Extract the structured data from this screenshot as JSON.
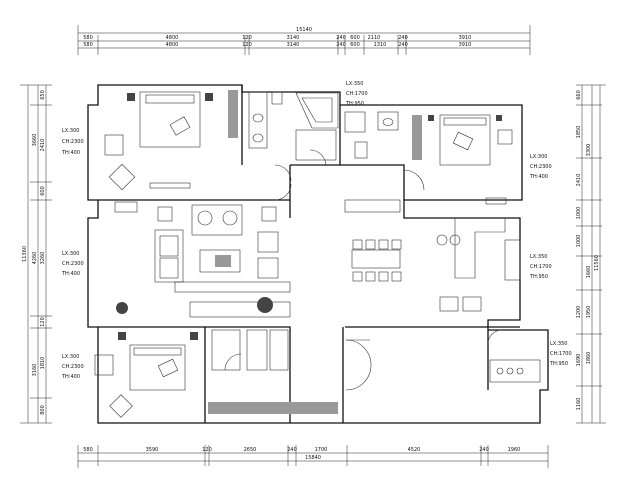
{
  "dimensions": {
    "top_total": "15140",
    "top_row1": [
      "580",
      "4800",
      "120",
      "3140",
      "240",
      "600",
      "2110",
      "240",
      "3910"
    ],
    "top_row2": [
      "580",
      "4800",
      "120",
      "3140",
      "240",
      "600",
      "1310",
      "240",
      "3910"
    ],
    "bottom_total": "15840",
    "bottom_row": [
      "580",
      "3590",
      "120",
      "2650",
      "240",
      "1700",
      "4520",
      "240",
      "1960"
    ],
    "left_total": "11360",
    "left_outer": [
      "3660",
      "4260",
      "3160"
    ],
    "left_inner": [
      "650",
      "2410",
      "600",
      "3260",
      "120",
      "1810",
      "800"
    ],
    "right_total": "11560",
    "right_outer": [
      "3300",
      "1660",
      "1950",
      "1860"
    ],
    "right_inner": [
      "660",
      "1850",
      "2410",
      "1000",
      "1000",
      "1200",
      "1690",
      "1160"
    ]
  },
  "room_notes": [
    {
      "id": "master-bedroom",
      "lines": [
        "LX:300",
        "CH:2300",
        "TH:400"
      ]
    },
    {
      "id": "master-bath",
      "lines": [
        "LX:350",
        "CH:1700",
        "TH:950"
      ]
    },
    {
      "id": "bedroom-2",
      "lines": [
        "LX:300",
        "CH:2300",
        "TH:400"
      ]
    },
    {
      "id": "living",
      "lines": [
        "LX:300",
        "CH:2300",
        "TH:400"
      ]
    },
    {
      "id": "dining",
      "lines": [
        "LX:350",
        "CH:1700",
        "TH:950"
      ]
    },
    {
      "id": "bedroom-3",
      "lines": [
        "LX:300",
        "CH:2300",
        "TH:400"
      ]
    },
    {
      "id": "kitchen",
      "lines": [
        "LX:350",
        "CH:1700",
        "TH:950"
      ]
    }
  ]
}
